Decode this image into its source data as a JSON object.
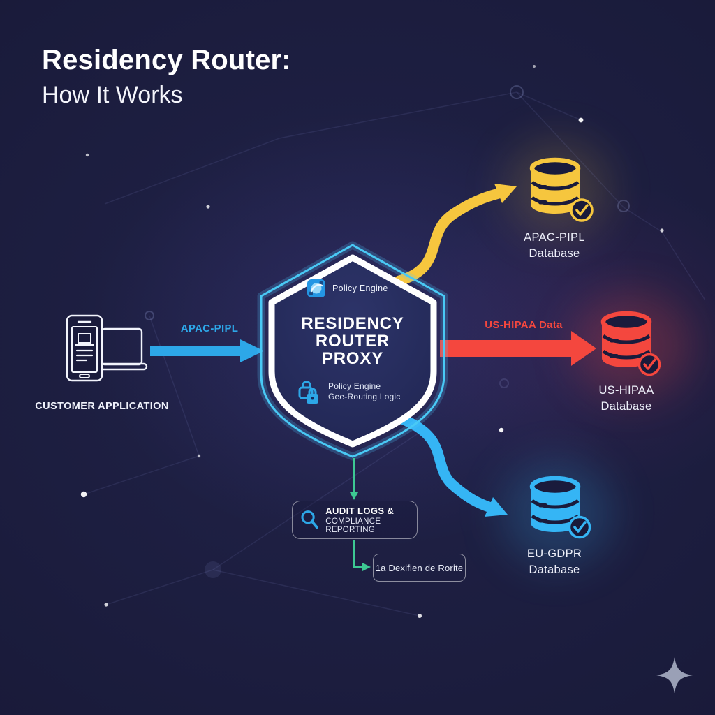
{
  "title": {
    "line1": "Residency Router:",
    "line2": "How It Works"
  },
  "customer": {
    "label": "CUSTOMER APPLICATION"
  },
  "flows": {
    "apac_request_label": "APAC-PIPL",
    "us_label": "US-HIPAA Data"
  },
  "shield": {
    "top_badge_label": "Policy Engine",
    "name_line1": "RESIDENCY",
    "name_line2": "ROUTER",
    "name_line3": "PROXY",
    "bottom_badge_line1": "Policy Engine",
    "bottom_badge_line2": "Gee-Routing Logic"
  },
  "databases": {
    "apac": {
      "name": "APAC-PIPL",
      "type": "Database",
      "color": "#f6c63e"
    },
    "us": {
      "name": "US-HIPAA",
      "type": "Database",
      "color": "#f4473e"
    },
    "eu": {
      "name": "EU-GDPR",
      "type": "Database",
      "color": "#35b5f5"
    }
  },
  "audit": {
    "line1": "AUDIT LOGS &",
    "line2": "COMPLIANCE REPORTING"
  },
  "note": {
    "label": "1a Dexifien de Rorite"
  },
  "colors": {
    "background": "#1a1b3c",
    "accent_blue": "#2da7e8",
    "apac_yellow": "#f6c63e",
    "us_red": "#f4473e",
    "eu_blue": "#35b5f5",
    "audit_green": "#3dc893",
    "shield_outline_cyan": "#49c9f5",
    "text_white": "#ffffff"
  }
}
